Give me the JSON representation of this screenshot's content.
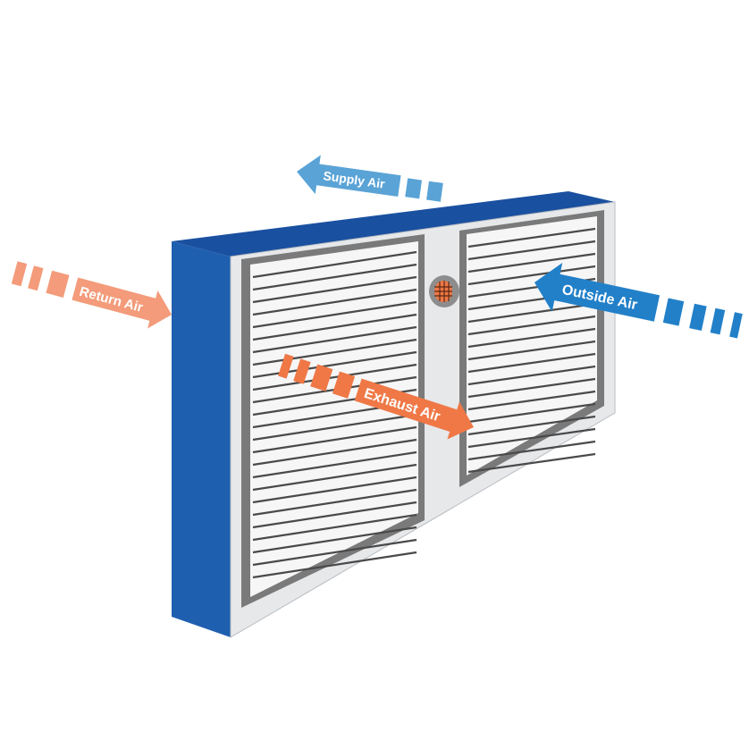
{
  "labels": {
    "supply_air": "Supply Air",
    "return_air": "Return Air",
    "outside_air": "Outside Air",
    "exhaust_air": "Exhaust Air"
  },
  "colors": {
    "housing_side": "#1f5fb0",
    "housing_top": "#1a50a0",
    "frame": "#e6e8ea",
    "panel": "#f6f6f6",
    "slat": "#4a4a4a",
    "supply_arrow": "#5aa3d6",
    "outside_arrow": "#2280c8",
    "return_arrow": "#f39b7a",
    "exhaust_arrow": "#ef7846",
    "port": "#ef7846"
  },
  "icons": {
    "housing": "heat-recovery-ventilator-core",
    "port": "grille-port-icon"
  }
}
